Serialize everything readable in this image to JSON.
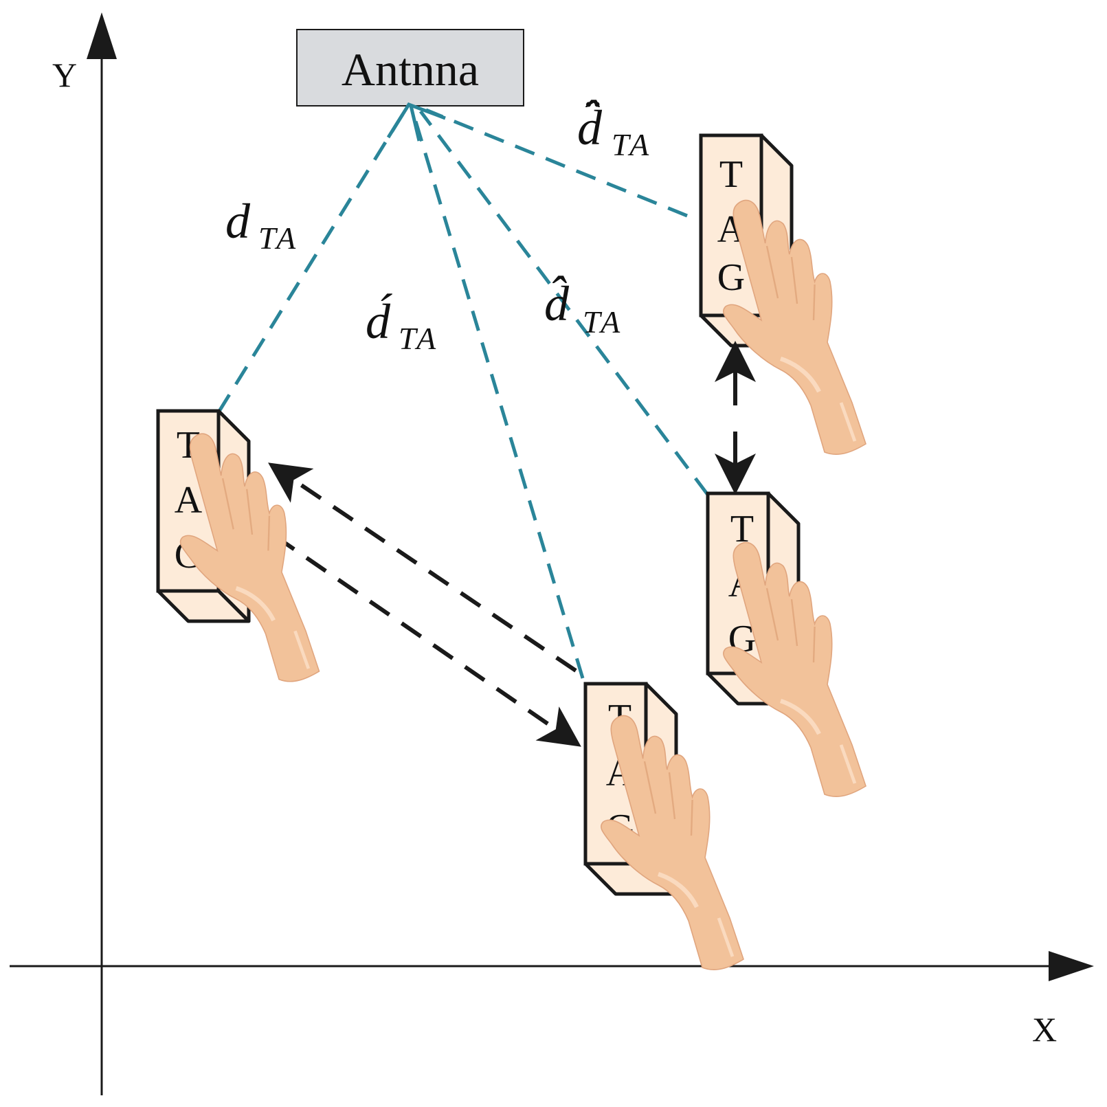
{
  "axes": {
    "x_label": "X",
    "y_label": "Y"
  },
  "antenna": {
    "label": "Antnna",
    "fill_color": "#d9dbde"
  },
  "tag": {
    "letters": [
      "T",
      "A",
      "G"
    ],
    "fill_color": "#fdebd9",
    "outline_color": "#1a1a1a"
  },
  "hand": {
    "skin_color": "#f2c29a",
    "shade_color": "#e3a57c"
  },
  "link_colors": {
    "antenna_link": "#2a8599",
    "movement": "#1a1a1a"
  },
  "distances": {
    "d1": {
      "main": "d",
      "sub": "TA"
    },
    "d2": {
      "main": "d́",
      "sub": "TA"
    },
    "d3": {
      "main": "d̂",
      "sub": "TA"
    },
    "d4": {
      "main": "d̂̈",
      "sub": "TA"
    }
  }
}
